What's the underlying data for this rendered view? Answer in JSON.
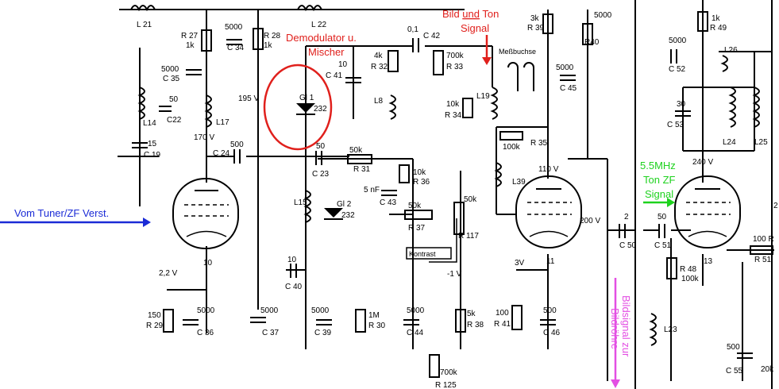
{
  "annotations": {
    "input": "Vom Tuner/ZF Verst.",
    "demod_line1": "Demodulator u.",
    "demod_line2": "Mischer",
    "bild_ton_prefix": "Bild ",
    "bild_ton_und": "und",
    "bild_ton_suffix": " Ton",
    "bild_ton_line2": "Signal",
    "ton_line1": "5.5MHz",
    "ton_line2": "Ton ZF",
    "ton_line3": "Signal",
    "bildsignal_line1": "Bildsignal zur",
    "bildsignal_line2": "Bildröhre"
  },
  "colors": {
    "red": "#e0201c",
    "green": "#1ed21e",
    "blue": "#1b2bd6",
    "magenta": "#e34fe3"
  },
  "tubes": {
    "t10": "10",
    "t11": "11",
    "t13": "13"
  },
  "labels": {
    "L21": "L 21",
    "L22": "L 22",
    "L14": "L14",
    "L17": "L17",
    "L15": "L15",
    "L18": "L8",
    "L19": "L19",
    "L39": "L39",
    "L23": "L23",
    "L24": "L24",
    "L25": "L25",
    "L26": "L26",
    "R27": "R 27",
    "R27v": "1k",
    "R28": "R 28",
    "R28v": "1k",
    "C34v": "5000",
    "C34": "C 34",
    "C35v": "5000",
    "C35": "C 35",
    "C22v": "50",
    "C22": "C22",
    "C19v": "15",
    "C19": "C 19",
    "C24": "C 24",
    "C24v": "500",
    "v195": "195 V",
    "v170": "170 V",
    "C41v": "10",
    "C41": "C 41",
    "C42v": "0,1",
    "C42": "C 42",
    "R32v": "4k",
    "R32": "R 32",
    "R33v": "700k",
    "R33": "R 33",
    "R34v": "10k",
    "R34": "R 34",
    "R35v": "100k",
    "R35": "R 35",
    "Mess": "Meßbuchse",
    "GI1": "Gl 1",
    "GI1v": "232",
    "GI2": "Gl 2",
    "GI2v": "232",
    "C23v": "50",
    "C23": "C 23",
    "R31v": "50k",
    "R31": "R 31",
    "R36v": "10k",
    "R36": "R 36",
    "C43v": "5 nF",
    "C43": "C 43",
    "R37v": "50k",
    "R37": "R 37",
    "R117v": "50k",
    "R117": "R 117",
    "Kontrast": "Kontrast",
    "minus1": "-1 V",
    "C40v": "10",
    "C40": "C 40",
    "v22": "2,2 V",
    "R29v": "150",
    "R29": "R 29",
    "C36v": "5000",
    "C36": "C 36",
    "C37v": "5000",
    "C37": "C 37",
    "C39v": "5000",
    "C39": "C 39",
    "R30v": "1M",
    "R30": "R 30",
    "C44v": "5000",
    "C44": "C 44",
    "R38v": "5k",
    "R38": "R 38",
    "R125v": "700k",
    "R125": "R 125",
    "R39v": "3k",
    "R39": "R 39",
    "R40": "R40",
    "C45v": "5000",
    "C45": "C 45",
    "v110": "110 V",
    "v200": "200 V",
    "v3": "3V",
    "R41v": "100",
    "R41": "R 41",
    "C46v": "500",
    "C46": "C 46",
    "C50v": "2",
    "C50": "C 50",
    "C51v": "50",
    "C51": "C 51",
    "R48": "R 48",
    "R48v": "100k",
    "R49v": "1k",
    "R49": "R 49",
    "C52v": "5000",
    "C52": "C 52",
    "C53v": "30",
    "C53": "C 53",
    "v240": "240 V",
    "R51v": "100 R",
    "R51": "R 51",
    "C55v": "500",
    "C55": "C 55",
    "k20": "20k",
    "two": "2"
  }
}
